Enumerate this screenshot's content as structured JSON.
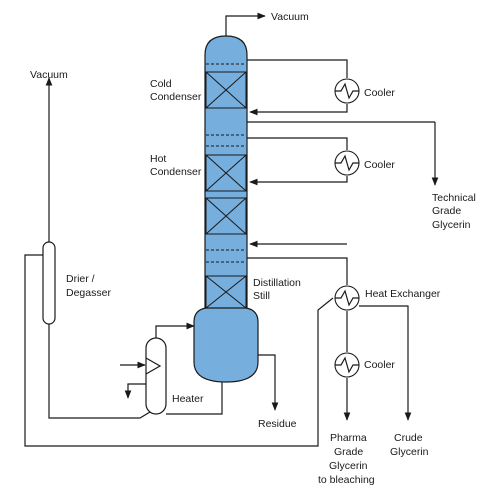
{
  "labels": {
    "vacuum_top": "Vacuum",
    "vacuum_left": "Vacuum",
    "cold_condenser": [
      "Cold",
      "Condenser"
    ],
    "hot_condenser": [
      "Hot",
      "Condenser"
    ],
    "drier_degasser": [
      "Drier /",
      "Degasser"
    ],
    "distillation_still": [
      "Distillation",
      "Still"
    ],
    "heat_exchanger": "Heat Exchanger",
    "cooler_1": "Cooler",
    "cooler_2": "Cooler",
    "cooler_3": "Cooler",
    "heater": "Heater",
    "residue": "Residue",
    "technical_grade": [
      "Technical",
      "Grade",
      "Glycerin"
    ],
    "pharma_grade": [
      "Pharma",
      "Grade",
      "Glycerin",
      "to bleaching"
    ],
    "crude_glycerin": [
      "Crude",
      "Glycerin"
    ]
  },
  "colors": {
    "vessel_fill": "#76aedd",
    "line": "#1a1a1a",
    "background": "#ffffff"
  }
}
